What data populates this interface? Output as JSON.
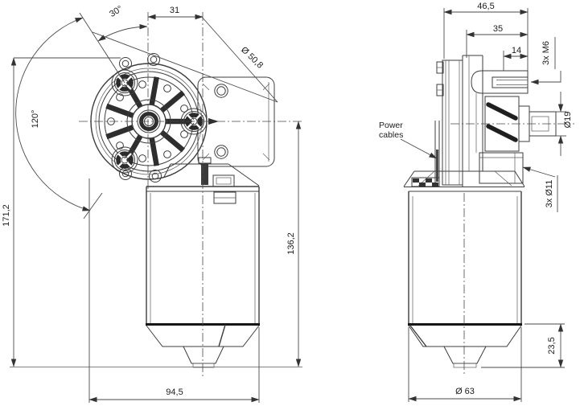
{
  "drawing": {
    "type": "engineering-two-view-gear-motor",
    "labels": {
      "angle_top": "30°",
      "offset_31": "31",
      "bolt_circle_dia": "Ø 50,8",
      "angle_left": "120°",
      "total_height": "171,2",
      "body_height": "136,2",
      "total_width": "94,5",
      "total_depth": "46,5",
      "gearbox_depth": "35",
      "boss_depth": "14",
      "mounting_thread": "3x M6",
      "shaft_dia": "Ø19",
      "power_line1": "Power",
      "power_line2": "cables",
      "mounting_hole_dia": "3x Ø11",
      "cap_height": "23,5",
      "body_dia": "Ø 63"
    },
    "colors": {
      "line": "#3d3d3d",
      "dark": "#1a1a1a",
      "dimension": "#4a4a4a",
      "gray_fill": "#b9b9b9",
      "background": "#ffffff"
    }
  }
}
